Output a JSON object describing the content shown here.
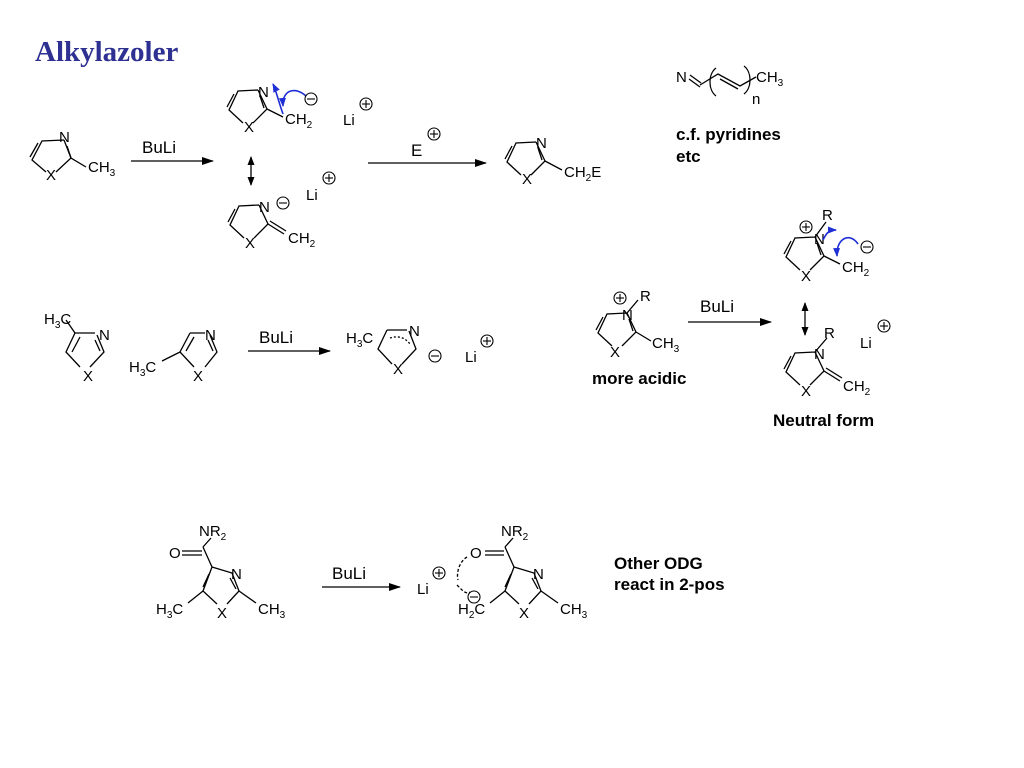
{
  "title": "Alkylazoler",
  "colors": {
    "title": "#2e3192",
    "curved_arrow": "#1f2fd6",
    "line": "#000000"
  },
  "atoms": {
    "N": "N",
    "X": "X",
    "CH": "CH",
    "CH2": "CH",
    "Li": "Li",
    "E": "E",
    "R": "R",
    "H3C_H": "H",
    "NR": "NR",
    "O": "O",
    "n": "n",
    "sub2": "2",
    "sub3": "3"
  },
  "reagents": {
    "buli": "BuLi",
    "electrophile": "E"
  },
  "notes": {
    "cf_pyridines_line1": "c.f. pyridines",
    "cf_pyridines_line2": "etc",
    "more_acidic": "more acidic",
    "neutral_form": "Neutral form",
    "other_odg_line1": "Other ODG",
    "other_odg_line2": "react in 2-pos"
  }
}
